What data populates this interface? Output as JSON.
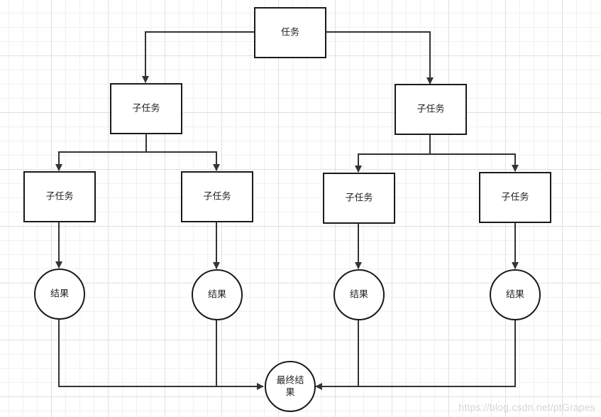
{
  "nodes": {
    "root": "任务",
    "subtask_left": "子任务",
    "subtask_right": "子任务",
    "leaf_1": "子任务",
    "leaf_2": "子任务",
    "leaf_3": "子任务",
    "leaf_4": "子任务",
    "result_1": "结果",
    "result_2": "结果",
    "result_3": "结果",
    "result_4": "结果",
    "final_result_line1": "最终结",
    "final_result_line2": "果"
  },
  "watermark": "https://blog.csdn.net/ptGrapes"
}
